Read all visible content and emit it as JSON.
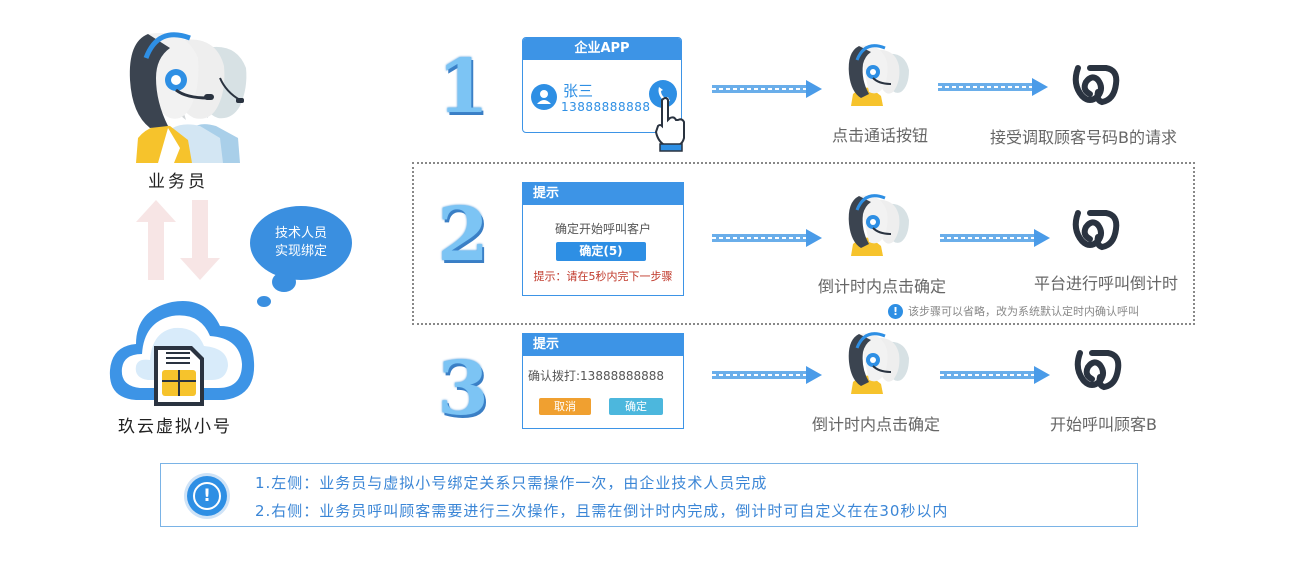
{
  "left": {
    "agent_label": "业务员",
    "cloud_label": "玖云虚拟小号",
    "bubble_line1": "技术人员",
    "bubble_line2": "实现绑定"
  },
  "steps": [
    {
      "number": "1",
      "card": {
        "title": "企业APP",
        "contact_name": "张三",
        "contact_phone": "13888888888"
      },
      "caption_left": "点击通话按钮",
      "caption_right": "接受调取顾客号码B的请求"
    },
    {
      "number": "2",
      "card": {
        "title": "提示",
        "message": "确定开始呼叫客户",
        "confirm_button": "确定(5)",
        "tip": "提示：请在5秒内完下一步骤"
      },
      "caption_left": "倒计时内点击确定",
      "caption_right": "平台进行呼叫倒计时",
      "footnote": "该步骤可以省略，改为系统默认定时内确认呼叫"
    },
    {
      "number": "3",
      "card": {
        "title": "提示",
        "message": "确认拨打:13888888888",
        "cancel_button": "取消",
        "confirm_button": "确定"
      },
      "caption_left": "倒计时内点击确定",
      "caption_right": "开始呼叫顾客B"
    }
  ],
  "notice": {
    "icon": "exclamation-icon",
    "line1": "1.左侧：业务员与虚拟小号绑定关系只需操作一次，由企业技术人员完成",
    "line2": "2.右侧：业务员呼叫顾客需要进行三次操作，且需在倒计时内完成，倒计时可自定义在在30秒以内"
  },
  "colors": {
    "accent": "#3d94e6",
    "arrow": "#4a9be8",
    "step_number": "#7cc4f4",
    "orange": "#f0a030",
    "tip_red": "#c0392b"
  }
}
